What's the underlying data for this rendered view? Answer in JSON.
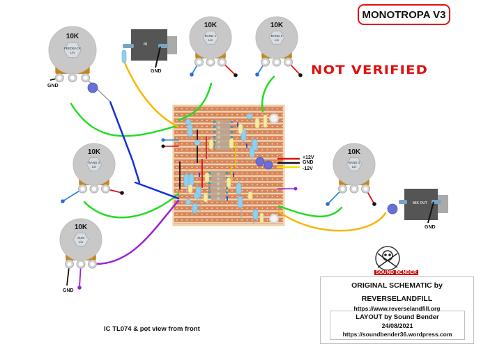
{
  "title": "MONOTROPA V3",
  "status_stamp": "NOT VERIFIED",
  "footer_note": "IC TL074 & pot view from front",
  "credits": {
    "schematic_line1": "ORIGINAL SCHEMATIC by",
    "schematic_line2": "REVERSELANDFILL",
    "schematic_url": "https://www.reverselandfill.org",
    "layout_line1": "LAYOUT by Sound Bender",
    "layout_date": "24/08/2021",
    "layout_url": "https://soundbender36.wordpress.com",
    "logo_text": "SOUND BENDER"
  },
  "pots": [
    {
      "id": "feedback",
      "value": "10K",
      "name": "FEEDBACK",
      "taper": "Lin"
    },
    {
      "id": "band1",
      "value": "10K",
      "name": "BAND 1",
      "taper": "Lin"
    },
    {
      "id": "band2",
      "value": "10K",
      "name": "BAND 2",
      "taper": "Lin"
    },
    {
      "id": "band3",
      "value": "10K",
      "name": "BAND 3",
      "taper": "Lin"
    },
    {
      "id": "band4",
      "value": "10K",
      "name": "BAND 4",
      "taper": "Lin"
    },
    {
      "id": "sum",
      "value": "10K",
      "name": "SUM",
      "taper": "Lin"
    }
  ],
  "jacks": [
    {
      "id": "in",
      "label": "IN"
    },
    {
      "id": "out",
      "label": "MIX OUT"
    }
  ],
  "power": {
    "plus": "+12V",
    "gnd": "GND",
    "minus": "-12V"
  },
  "gnd_label": "GND",
  "colors": {
    "accent_red": "#e01010",
    "board": "#d8855a",
    "strip": "#f2d7b5",
    "wire_green": "#22dd22",
    "wire_yellow": "#f5b800",
    "wire_blue": "#1030e0",
    "wire_purple": "#9a22d8",
    "pot_body": "#c8c8c8",
    "pot_bracket": "#c98416"
  }
}
